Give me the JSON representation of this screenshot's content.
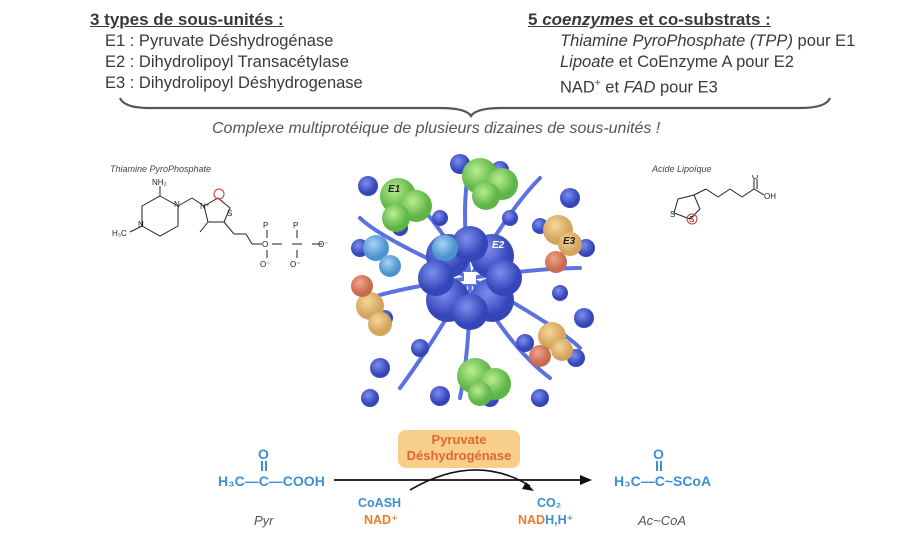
{
  "left_block": {
    "header": "3 types de sous-unités :",
    "items": [
      "E1 : Pyruvate Déshydrogénase",
      "E2 : Dihydrolipoyl Transacétylase",
      "E3 : Dihydrolipoyl Déshydrogenase"
    ]
  },
  "right_block": {
    "header_number": "5 ",
    "header_italic": "coenzymes",
    "header_rest": " et co-substrats :",
    "line1_italic": "Thiamine PyroPhosphate (TPP)",
    "line1_rest": " pour E1",
    "line2_italic": "Lipoate",
    "line2_rest": " et CoEnzyme A pour E2",
    "line3_a": "NAD",
    "line3_sup": "+",
    "line3_b": " et ",
    "line3_italic": "FAD",
    "line3_c": " pour E3"
  },
  "subtitle": "Complexe multiprotéique de plusieurs dizaines de sous-unités !",
  "tpp": {
    "label": "Thiamine PyroPhosphate",
    "atoms": {
      "nh2": "NH₂",
      "n1": "N",
      "n2": "N",
      "h3c": "H₃C",
      "nplus": "N⁺",
      "s": "S",
      "o": "O",
      "p1": "P",
      "p2": "P",
      "om1": "O⁻",
      "om2": "O⁻",
      "om3": "O⁻"
    }
  },
  "lipoic": {
    "label": "Acide Lipoïque",
    "atoms": {
      "s1": "S",
      "s2": "S",
      "o": "O",
      "oh": "OH"
    }
  },
  "complex_labels": {
    "e1": "E1",
    "e2": "E2",
    "e3": "E3"
  },
  "reaction": {
    "pyr_formula": "H₃C—C—COOH",
    "pyr_o": "O",
    "pyr_name": "Pyr",
    "enzyme_line1": "Pyruvate",
    "enzyme_line2": "Déshydrogénase",
    "coash": "CoASH",
    "nad_in": "NAD⁺",
    "co2": "CO₂",
    "nadh_a": "NAD",
    "nadh_b": "H,H⁺",
    "acoa_formula": "H₃C—C~SCoA",
    "acoa_o": "O",
    "acoa_name": "Ac~CoA"
  },
  "colors": {
    "blue": "#3d8fd6",
    "orange": "#ec7b2c",
    "pill": "#f7cf8a",
    "e2_core": "#4a5bd0",
    "e1_green": "#8fd66f",
    "e3_tan": "#e8c27e",
    "e3_salmon": "#e58a6e",
    "light_blue": "#6fb3e8"
  }
}
